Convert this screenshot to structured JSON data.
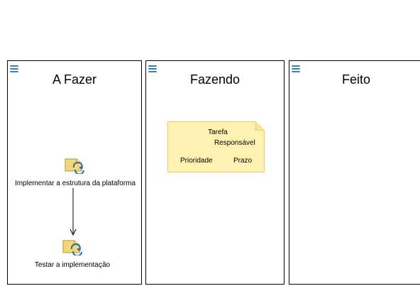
{
  "lanes": [
    {
      "title": "A Fazer",
      "icon": "lane-menu-icon"
    },
    {
      "title": "Fazendo",
      "icon": "lane-menu-icon"
    },
    {
      "title": "Feito",
      "icon": "lane-menu-icon"
    }
  ],
  "tasks": [
    {
      "label": "Implementar a estrutura da plataforma",
      "icon": "task-refresh-icon"
    },
    {
      "label": "Testar a implementação",
      "icon": "task-refresh-icon"
    }
  ],
  "note": {
    "tarefa": "Tarefa",
    "responsavel": "Responsável",
    "prioridade": "Prioridade",
    "prazo": "Prazo",
    "fill": "#fff2b3",
    "border": "#e8cd6a"
  },
  "colors": {
    "lane_icon": "#3a7fb8",
    "task_icon_body": "#f2d77a",
    "task_icon_arrow": "#2f6fae"
  }
}
